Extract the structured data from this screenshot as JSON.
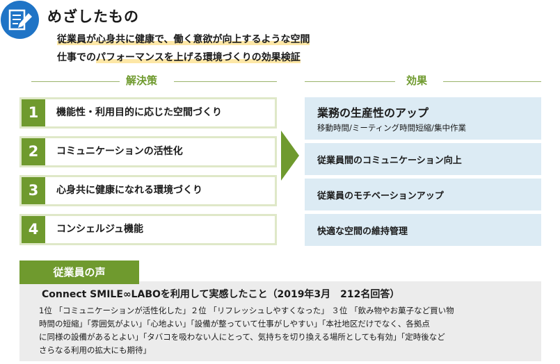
{
  "header": {
    "icon": "memo-pencil-icon",
    "title": "めざしたもの",
    "goal_line1": "従業員が心身共に健康で、働く意欲が向上するような空間",
    "goal_line2_prefix": "仕事での",
    "goal_line2_highlight": "パフォーマンスを上げる環境づくりの効果検証"
  },
  "sections": {
    "solutions_label": "解決策",
    "effects_label": "効果"
  },
  "solutions": [
    {
      "number": "1",
      "label": "機能性・利用目的に応じた空間づくり"
    },
    {
      "number": "2",
      "label": "コミュニケーションの活性化"
    },
    {
      "number": "3",
      "label": "心身共に健康になれる環境づくり"
    },
    {
      "number": "4",
      "label": "コンシェルジュ機能"
    }
  ],
  "effects": [
    {
      "title": "業務の生産性のアップ",
      "subtitle": "移動時間/ミーティング時間短縮/集中作業"
    },
    {
      "title": "従業員間のコミュニケーション向上"
    },
    {
      "title": "従業員のモチベーションアップ"
    },
    {
      "title": "快適な空間の維持管理"
    }
  ],
  "voice": {
    "tag": "従業員の声",
    "heading": "Connect SMILE∞LABOを利用して実感したこと（2019年3月　212名回答）",
    "lines": [
      "1位 「コミュニケーションが活性化した」２位 「リフレッシュしやすくなった」 ３位 「飲み物やお菓子など買い物",
      "時間の短縮」「雰囲気がよい」「心地よい」「設備が整っていて仕事がしやすい」「本社地区だけでなく、各拠点",
      "に同様の設備があるとよい」「タバコを吸わない人にとって、気持ちを切り換える場所としても有効」「定時後など",
      "さらなる利用の拡大にも期待」"
    ]
  },
  "colors": {
    "green": "#6f9a2e",
    "green_light": "#dfe8c8",
    "blue": "#1f74c6",
    "effect_bg": "#dcebf4",
    "highlight": "#fde7a6",
    "voice_bg": "#ececec"
  }
}
